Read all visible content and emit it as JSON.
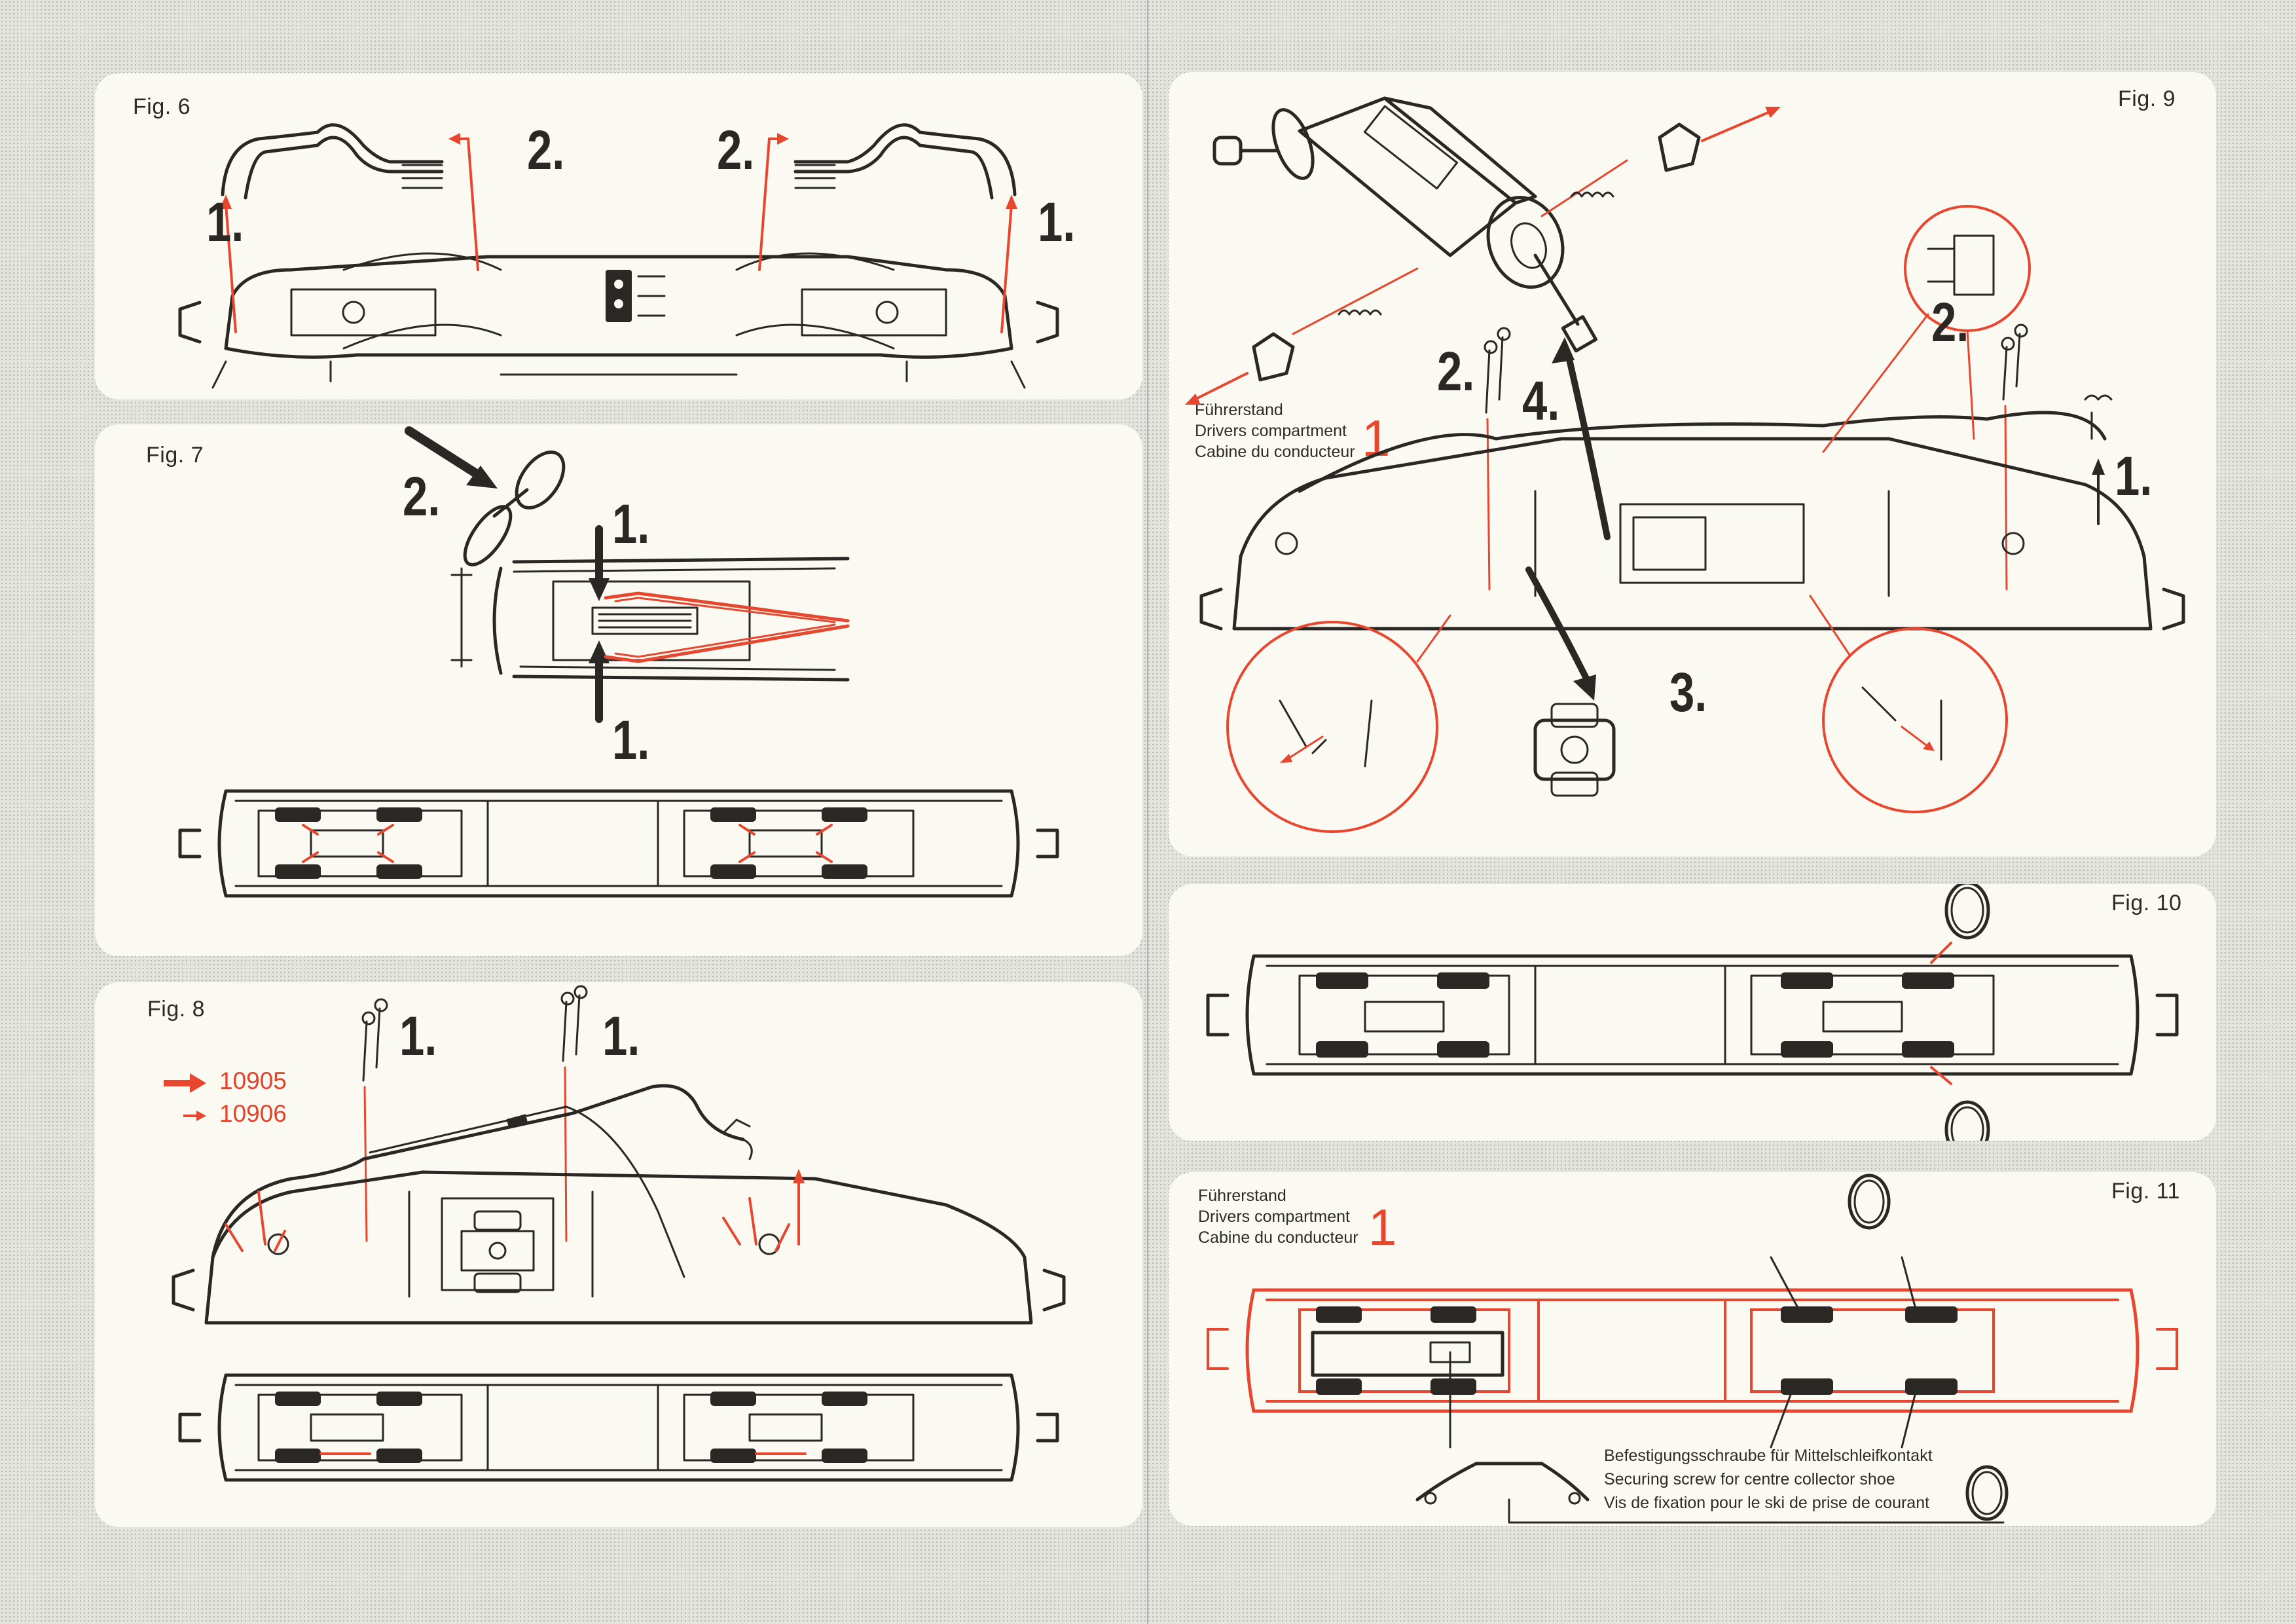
{
  "document": {
    "type": "assembly instructions spread",
    "accent_color": "#e8472f",
    "ink_color": "#2b2725",
    "panel_color": "#fbfaf2"
  },
  "fig6": {
    "label": "Fig. 6",
    "steps": [
      "1.",
      "2.",
      "2.",
      "1."
    ]
  },
  "fig7": {
    "label": "Fig. 7",
    "steps": [
      "2.",
      "1.",
      "1."
    ]
  },
  "fig8": {
    "label": "Fig. 8",
    "steps": [
      "1.",
      "1."
    ],
    "legend": [
      {
        "arrow": "large-arrow",
        "number": "10905"
      },
      {
        "arrow": "small-arrow",
        "number": "10906"
      }
    ]
  },
  "fig9": {
    "label": "Fig. 9",
    "steps": [
      "2.",
      "4.",
      "2.",
      "1.",
      "3."
    ],
    "cab": {
      "lines": [
        "Führerstand",
        "Drivers compartment",
        "Cabine du conducteur"
      ],
      "number": "1"
    }
  },
  "fig10": {
    "label": "Fig. 10"
  },
  "fig11": {
    "label": "Fig. 11",
    "cab": {
      "lines": [
        "Führerstand",
        "Drivers compartment",
        "Cabine du conducteur"
      ],
      "number": "1"
    },
    "note": {
      "lines": [
        "Befestigungsschraube für Mittelschleifkontakt",
        "Securing screw for centre collector shoe",
        "Vis de fixation pour le ski de prise de courant"
      ]
    }
  }
}
